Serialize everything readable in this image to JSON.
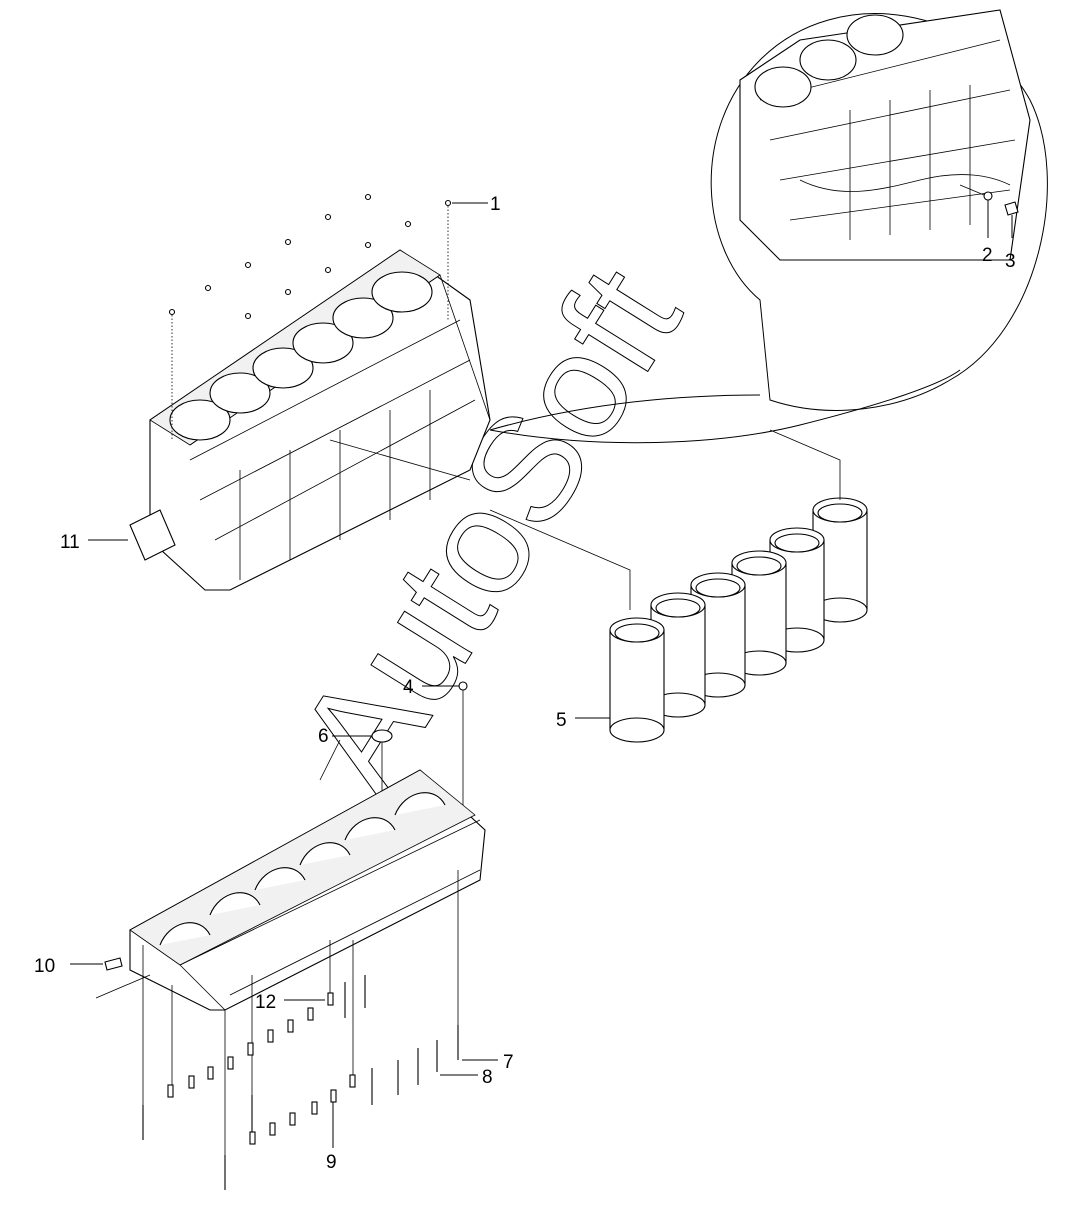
{
  "watermark": "AutoSoft",
  "callouts": {
    "c1": "1",
    "c2": "2",
    "c3": "3",
    "c4": "4",
    "c5": "5",
    "c6": "6",
    "c7": "7",
    "c8": "8",
    "c9": "9",
    "c10": "10",
    "c11": "11",
    "c12": "12"
  }
}
